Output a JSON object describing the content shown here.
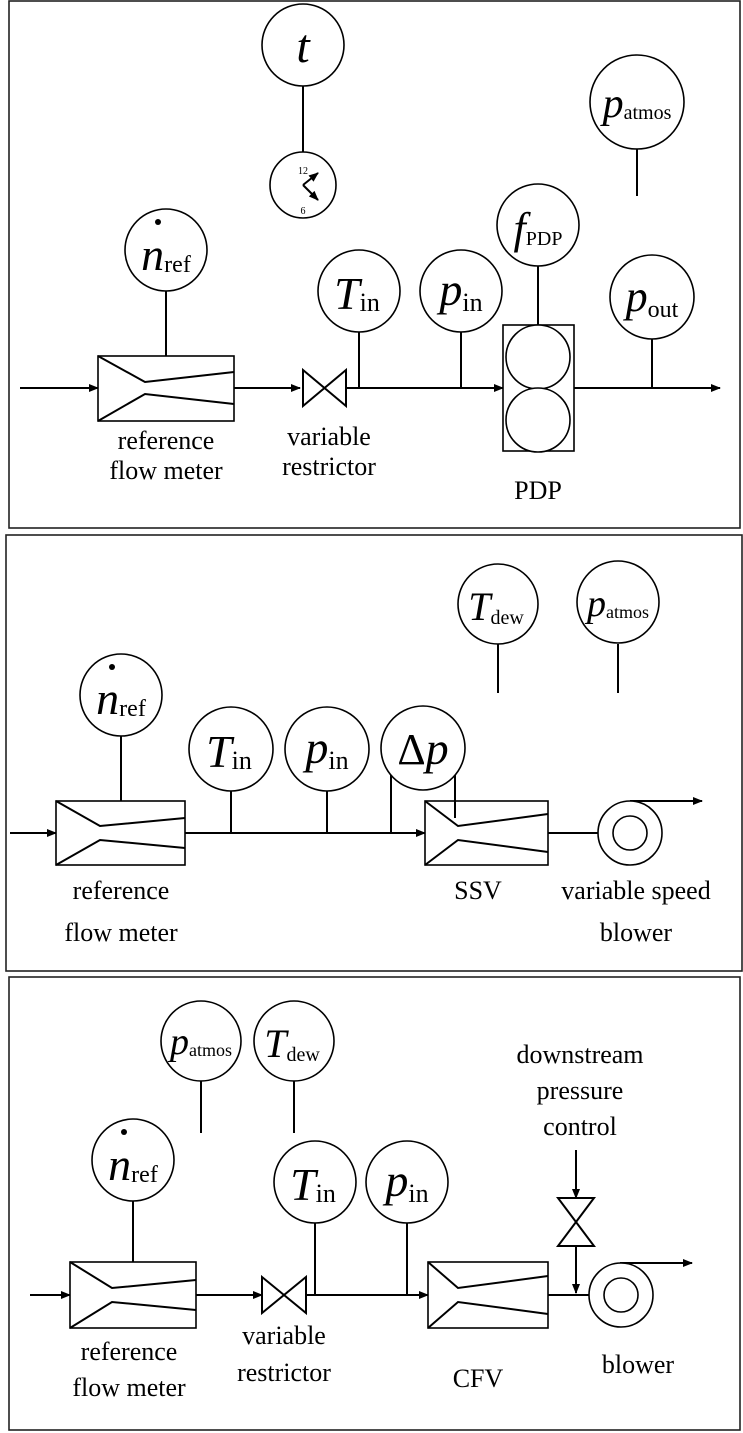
{
  "panel1": {
    "instruments": {
      "t": {
        "sym": "t"
      },
      "clock": {
        "twelve": "12",
        "six": "6"
      },
      "patmos": {
        "sym": "p",
        "sub": "atmos"
      },
      "fpdp": {
        "sym": "f",
        "sub": "PDP"
      },
      "nref": {
        "sym": "n",
        "sub": "ref"
      },
      "tin": {
        "sym": "T",
        "sub": "in"
      },
      "pin": {
        "sym": "p",
        "sub": "in"
      },
      "pout": {
        "sym": "p",
        "sub": "out"
      }
    },
    "labels": {
      "ref_meter_1": "reference",
      "ref_meter_2": "flow meter",
      "restrictor_1": "variable",
      "restrictor_2": "restrictor",
      "pdp": "PDP"
    }
  },
  "panel2": {
    "instruments": {
      "tdew": {
        "sym": "T",
        "sub": "dew"
      },
      "patmos": {
        "sym": "p",
        "sub": "atmos"
      },
      "nref": {
        "sym": "n",
        "sub": "ref"
      },
      "tin": {
        "sym": "T",
        "sub": "in"
      },
      "pin": {
        "sym": "p",
        "sub": "in"
      },
      "dp": {
        "delta": "Δ",
        "sym": "p"
      }
    },
    "labels": {
      "ref_meter_1": "reference",
      "ref_meter_2": "flow meter",
      "ssv": "SSV",
      "blower_1": "variable speed",
      "blower_2": "blower"
    }
  },
  "panel3": {
    "instruments": {
      "patmos": {
        "sym": "p",
        "sub": "atmos"
      },
      "tdew": {
        "sym": "T",
        "sub": "dew"
      },
      "nref": {
        "sym": "n",
        "sub": "ref"
      },
      "tin": {
        "sym": "T",
        "sub": "in"
      },
      "pin": {
        "sym": "p",
        "sub": "in"
      }
    },
    "labels": {
      "downstream_1": "downstream",
      "downstream_2": "pressure",
      "downstream_3": "control",
      "ref_meter_1": "reference",
      "ref_meter_2": "flow meter",
      "restrictor_1": "variable",
      "restrictor_2": "restrictor",
      "cfv": "CFV",
      "blower": "blower"
    }
  }
}
